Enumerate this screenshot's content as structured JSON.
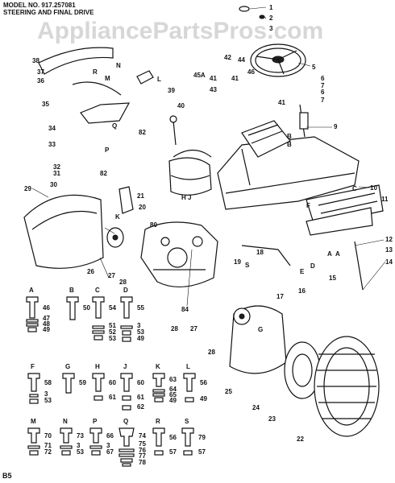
{
  "header": {
    "model": "MODEL NO. 917.257081",
    "section": "STEERING AND FINAL DRIVE"
  },
  "watermark": "AppliancePartsPros.com",
  "page_code": "B5",
  "callouts": [
    {
      "id": "1",
      "label": "1"
    },
    {
      "id": "2",
      "label": "2"
    },
    {
      "id": "3",
      "label": "3"
    },
    {
      "id": "5",
      "label": "5"
    },
    {
      "id": "6",
      "label": "6"
    },
    {
      "id": "6b",
      "label": "6"
    },
    {
      "id": "7",
      "label": "7"
    },
    {
      "id": "7b",
      "label": "7"
    },
    {
      "id": "9",
      "label": "9"
    },
    {
      "id": "10",
      "label": "10"
    },
    {
      "id": "11",
      "label": "11"
    },
    {
      "id": "12",
      "label": "12"
    },
    {
      "id": "13",
      "label": "13"
    },
    {
      "id": "14",
      "label": "14"
    },
    {
      "id": "15",
      "label": "15"
    },
    {
      "id": "16",
      "label": "16"
    },
    {
      "id": "17",
      "label": "17"
    },
    {
      "id": "18",
      "label": "18"
    },
    {
      "id": "19",
      "label": "19"
    },
    {
      "id": "20",
      "label": "20"
    },
    {
      "id": "21",
      "label": "21"
    },
    {
      "id": "22",
      "label": "22"
    },
    {
      "id": "23",
      "label": "23"
    },
    {
      "id": "24",
      "label": "24"
    },
    {
      "id": "25",
      "label": "25"
    },
    {
      "id": "26",
      "label": "26"
    },
    {
      "id": "27",
      "label": "27"
    },
    {
      "id": "27b",
      "label": "27"
    },
    {
      "id": "28",
      "label": "28"
    },
    {
      "id": "28b",
      "label": "28"
    },
    {
      "id": "28c",
      "label": "28"
    },
    {
      "id": "29",
      "label": "29"
    },
    {
      "id": "30",
      "label": "30"
    },
    {
      "id": "31",
      "label": "31"
    },
    {
      "id": "32",
      "label": "32"
    },
    {
      "id": "33",
      "label": "33"
    },
    {
      "id": "34",
      "label": "34"
    },
    {
      "id": "35",
      "label": "35"
    },
    {
      "id": "36",
      "label": "36"
    },
    {
      "id": "37",
      "label": "37"
    },
    {
      "id": "38",
      "label": "38"
    },
    {
      "id": "39",
      "label": "39"
    },
    {
      "id": "40",
      "label": "40"
    },
    {
      "id": "41",
      "label": "41"
    },
    {
      "id": "41b",
      "label": "41"
    },
    {
      "id": "41c",
      "label": "41"
    },
    {
      "id": "42",
      "label": "42"
    },
    {
      "id": "43",
      "label": "43"
    },
    {
      "id": "44",
      "label": "44"
    },
    {
      "id": "45A",
      "label": "45A"
    },
    {
      "id": "46",
      "label": "46"
    },
    {
      "id": "80",
      "label": "80"
    },
    {
      "id": "82",
      "label": "82"
    },
    {
      "id": "82b",
      "label": "82"
    },
    {
      "id": "84",
      "label": "84"
    },
    {
      "id": "L",
      "label": "L"
    },
    {
      "id": "N",
      "label": "N"
    },
    {
      "id": "M",
      "label": "M"
    },
    {
      "id": "R1",
      "label": "R"
    },
    {
      "id": "A1",
      "label": "A"
    },
    {
      "id": "A2",
      "label": "A"
    },
    {
      "id": "B1",
      "label": "B"
    },
    {
      "id": "B2",
      "label": "B"
    },
    {
      "id": "C1",
      "label": "C"
    },
    {
      "id": "D1",
      "label": "D"
    },
    {
      "id": "E1",
      "label": "E"
    },
    {
      "id": "F1",
      "label": "F"
    },
    {
      "id": "G1",
      "label": "G"
    },
    {
      "id": "H1",
      "label": "H"
    },
    {
      "id": "J1",
      "label": "J"
    },
    {
      "id": "K1",
      "label": "K"
    },
    {
      "id": "P1",
      "label": "P"
    },
    {
      "id": "Q1",
      "label": "Q"
    },
    {
      "id": "S1",
      "label": "S"
    }
  ],
  "hardware": [
    {
      "letter": "A",
      "parts": [
        "46",
        "47",
        "48",
        "49"
      ]
    },
    {
      "letter": "B",
      "parts": [
        "50"
      ]
    },
    {
      "letter": "C",
      "parts": [
        "54",
        "51",
        "52",
        "53"
      ]
    },
    {
      "letter": "D",
      "parts": [
        "55",
        "3",
        "53",
        "49"
      ]
    },
    {
      "letter": "F",
      "parts": [
        "58",
        "3",
        "53"
      ]
    },
    {
      "letter": "G",
      "parts": [
        "59"
      ]
    },
    {
      "letter": "H",
      "parts": [
        "60",
        "61"
      ]
    },
    {
      "letter": "J",
      "parts": [
        "60",
        "61",
        "62"
      ]
    },
    {
      "letter": "K",
      "parts": [
        "63",
        "64",
        "65",
        "49"
      ]
    },
    {
      "letter": "L",
      "parts": [
        "56",
        "49"
      ]
    },
    {
      "letter": "M",
      "parts": [
        "70",
        "71",
        "72"
      ]
    },
    {
      "letter": "N",
      "parts": [
        "73",
        "3",
        "53"
      ]
    },
    {
      "letter": "P",
      "parts": [
        "66",
        "3",
        "67"
      ]
    },
    {
      "letter": "Q",
      "parts": [
        "74",
        "75",
        "76",
        "77",
        "78"
      ]
    },
    {
      "letter": "R",
      "parts": [
        "56",
        "57"
      ]
    },
    {
      "letter": "S",
      "parts": [
        "79",
        "57"
      ]
    }
  ]
}
